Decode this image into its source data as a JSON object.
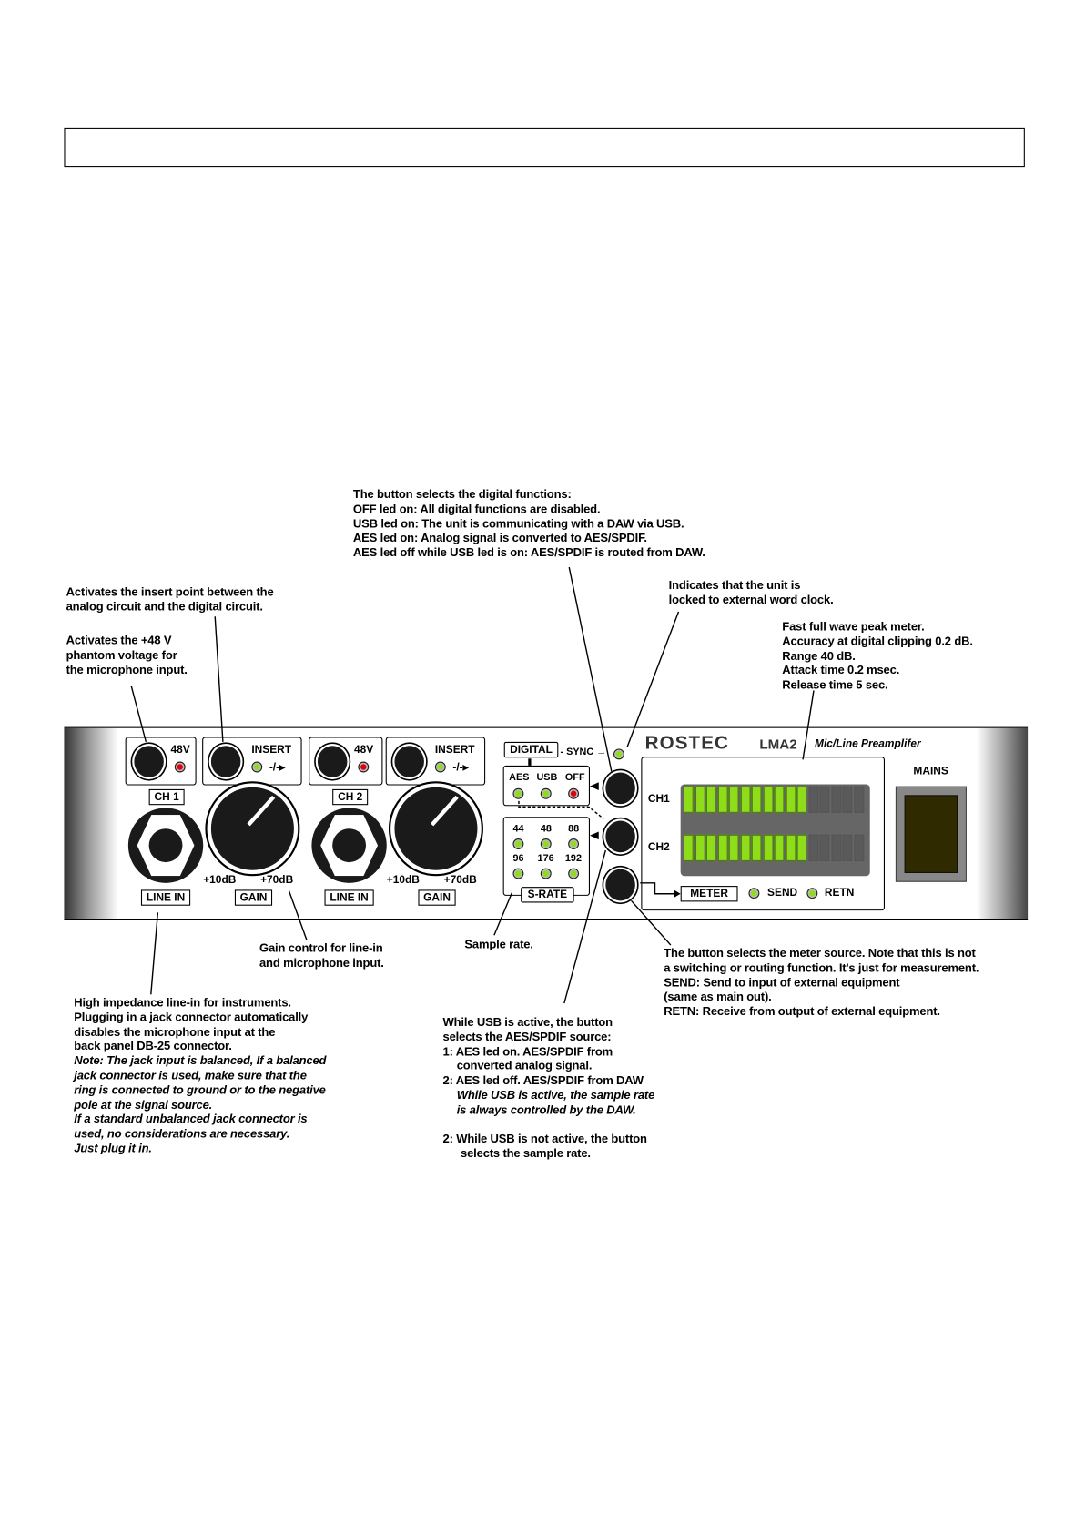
{
  "header_box": "",
  "annotations": {
    "digital_functions": [
      "The button selects the digital functions:",
      "OFF led on: All digital functions are disabled.",
      "USB led on: The unit is communicating with a DAW via USB.",
      "AES led on: Analog signal is converted to AES/SPDIF.",
      "AES led off while USB led is on: AES/SPDIF is routed from DAW."
    ],
    "insert": [
      "Activates the insert point between the",
      "analog circuit and the digital circuit."
    ],
    "phantom": [
      "Activates the +48 V",
      "phantom voltage for",
      "the microphone input."
    ],
    "sync": [
      "Indicates that the unit is",
      "locked to external word clock."
    ],
    "meter": [
      "Fast full wave peak meter.",
      "Accuracy at digital clipping 0.2 dB.",
      "Range 40 dB.",
      "Attack time 0.2 msec.",
      "Release time 5 sec."
    ],
    "gain": [
      "Gain control for line-in",
      "and microphone input."
    ],
    "sample_rate": "Sample rate.",
    "meter_source": [
      "The button selects the meter source. Note that this is not",
      "a switching or routing function. It's just for measurement.",
      "SEND: Send to input of external equipment",
      "(same as main out).",
      "RETN: Receive from output of external equipment."
    ],
    "line_in": {
      "normal": [
        "High impedance line-in for instruments.",
        "Plugging in a jack connector automatically",
        "disables the microphone input at the",
        "back panel DB-25 connector."
      ],
      "italic": [
        "Note: The jack input is balanced, If a balanced",
        "jack connector is used, make sure that the",
        "ring is connected to ground or to the negative",
        "pole at the signal source.",
        "If a standard unbalanced jack connector is",
        "used, no considerations are necessary.",
        "Just plug it in."
      ]
    },
    "usb_source": {
      "l1": "While USB is active, the button",
      "l2": "selects the AES/SPDIF source:",
      "l3": "1: AES led on. AES/SPDIF from",
      "l4": "converted analog signal.",
      "l5": "2:  AES led off. AES/SPDIF from DAW",
      "l6": "While USB is active, the sample rate",
      "l7": "is always controlled by the DAW.",
      "l8": "2: While USB is not active, the button",
      "l9": "selects the sample rate."
    }
  },
  "panel": {
    "brand": "ROSTEC",
    "model": "LMA2",
    "subtitle": "Mic/Line Preamplifer",
    "ch1": {
      "label": "CH 1",
      "phantom": "48V",
      "insert": "INSERT",
      "insert_symbol": "-/-▸",
      "line_in": "LINE IN",
      "gain": "GAIN",
      "gain_min": "+10dB",
      "gain_max": "+70dB"
    },
    "ch2": {
      "label": "CH 2",
      "phantom": "48V",
      "insert": "INSERT",
      "insert_symbol": "-/-▸",
      "line_in": "LINE IN",
      "gain": "GAIN",
      "gain_min": "+10dB",
      "gain_max": "+70dB"
    },
    "digital": "DIGITAL",
    "sync": "- SYNC →",
    "modes": [
      "AES",
      "USB",
      "OFF"
    ],
    "rates": [
      "44",
      "48",
      "88",
      "96",
      "176",
      "192"
    ],
    "srate": "S-RATE",
    "meter_ch1": "CH1",
    "meter_ch2": "CH2",
    "meter_segments_total": 16,
    "meter_ch1_lit": 11,
    "meter_ch2_lit": 11,
    "meter_btn": "METER",
    "send": "SEND",
    "retn": "RETN",
    "mains": "MAINS",
    "colors": {
      "led_green": "#8edc1a",
      "led_red": "#e00010",
      "meter_bg": "#666666",
      "mains": "#2f2a00"
    }
  }
}
